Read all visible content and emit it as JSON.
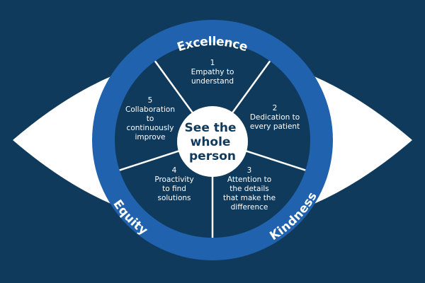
{
  "diagram": {
    "colors": {
      "background": "#0f3a5c",
      "eye_white": "#ffffff",
      "ring": "#2062ad",
      "inner": "#0f3a5c",
      "divider": "#ffffff",
      "center_fill": "#ffffff",
      "center_text": "#0f3a5c"
    },
    "center_label": [
      "See the",
      "whole",
      "person"
    ],
    "ring_labels": {
      "top": "Excellence",
      "left": "Equity",
      "right": "Kindness"
    },
    "segments": [
      {
        "number": "1",
        "lines": [
          "Empathy to",
          "understand"
        ]
      },
      {
        "number": "2",
        "lines": [
          "Dedication to",
          "every patient"
        ]
      },
      {
        "number": "3",
        "lines": [
          "Attention to",
          "the details",
          "that make the",
          "difference"
        ]
      },
      {
        "number": "4",
        "lines": [
          "Proactivity",
          "to find",
          "solutions"
        ]
      },
      {
        "number": "5",
        "lines": [
          "Collaboration",
          "to",
          "continuously",
          "improve"
        ]
      }
    ]
  }
}
